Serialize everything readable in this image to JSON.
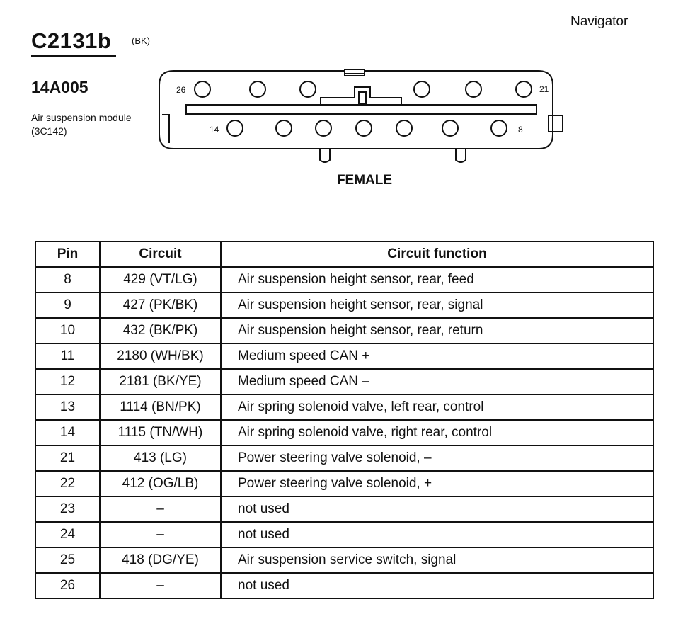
{
  "vehicle": "Navigator",
  "connector": {
    "id": "C2131b",
    "color": "(BK)",
    "part_number": "14A005",
    "description": "Air suspension module (3C142)",
    "gender": "FEMALE",
    "pin_labels": {
      "top_left": "26",
      "top_right": "21",
      "bottom_left": "14",
      "bottom_right": "8"
    }
  },
  "table": {
    "headers": {
      "pin": "Pin",
      "circuit": "Circuit",
      "function": "Circuit function"
    },
    "rows": [
      {
        "pin": "8",
        "circuit": "429 (VT/LG)",
        "function": "Air suspension height sensor, rear, feed"
      },
      {
        "pin": "9",
        "circuit": "427 (PK/BK)",
        "function": "Air suspension height sensor, rear, signal"
      },
      {
        "pin": "10",
        "circuit": "432 (BK/PK)",
        "function": "Air suspension height sensor, rear, return"
      },
      {
        "pin": "11",
        "circuit": "2180 (WH/BK)",
        "function": "Medium speed CAN +"
      },
      {
        "pin": "12",
        "circuit": "2181 (BK/YE)",
        "function": "Medium speed CAN –"
      },
      {
        "pin": "13",
        "circuit": "1114 (BN/PK)",
        "function": "Air spring solenoid valve, left rear, control"
      },
      {
        "pin": "14",
        "circuit": "1115 (TN/WH)",
        "function": "Air spring solenoid valve, right rear, control"
      },
      {
        "pin": "21",
        "circuit": "413 (LG)",
        "function": "Power steering valve solenoid, –"
      },
      {
        "pin": "22",
        "circuit": "412 (OG/LB)",
        "function": "Power steering valve solenoid, +"
      },
      {
        "pin": "23",
        "circuit": "–",
        "function": "not used"
      },
      {
        "pin": "24",
        "circuit": "–",
        "function": "not used"
      },
      {
        "pin": "25",
        "circuit": "418 (DG/YE)",
        "function": "Air suspension service switch, signal"
      },
      {
        "pin": "26",
        "circuit": "–",
        "function": "not used"
      }
    ]
  }
}
